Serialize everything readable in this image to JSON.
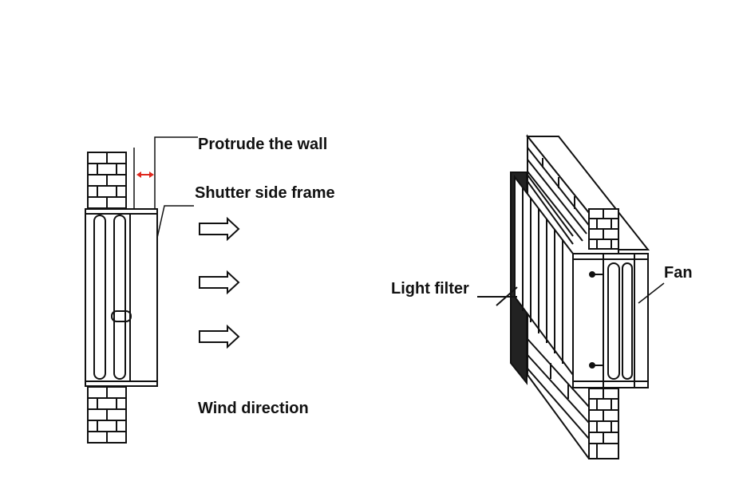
{
  "labels": {
    "protrude": "Protrude  the wall",
    "shutter_frame": "Shutter side frame",
    "wind_direction": "Wind direction",
    "light_filter": "Light filter",
    "fan": "Fan"
  },
  "colors": {
    "line": "#111111",
    "accent_arrow": "#e0281e",
    "background": "#ffffff"
  }
}
